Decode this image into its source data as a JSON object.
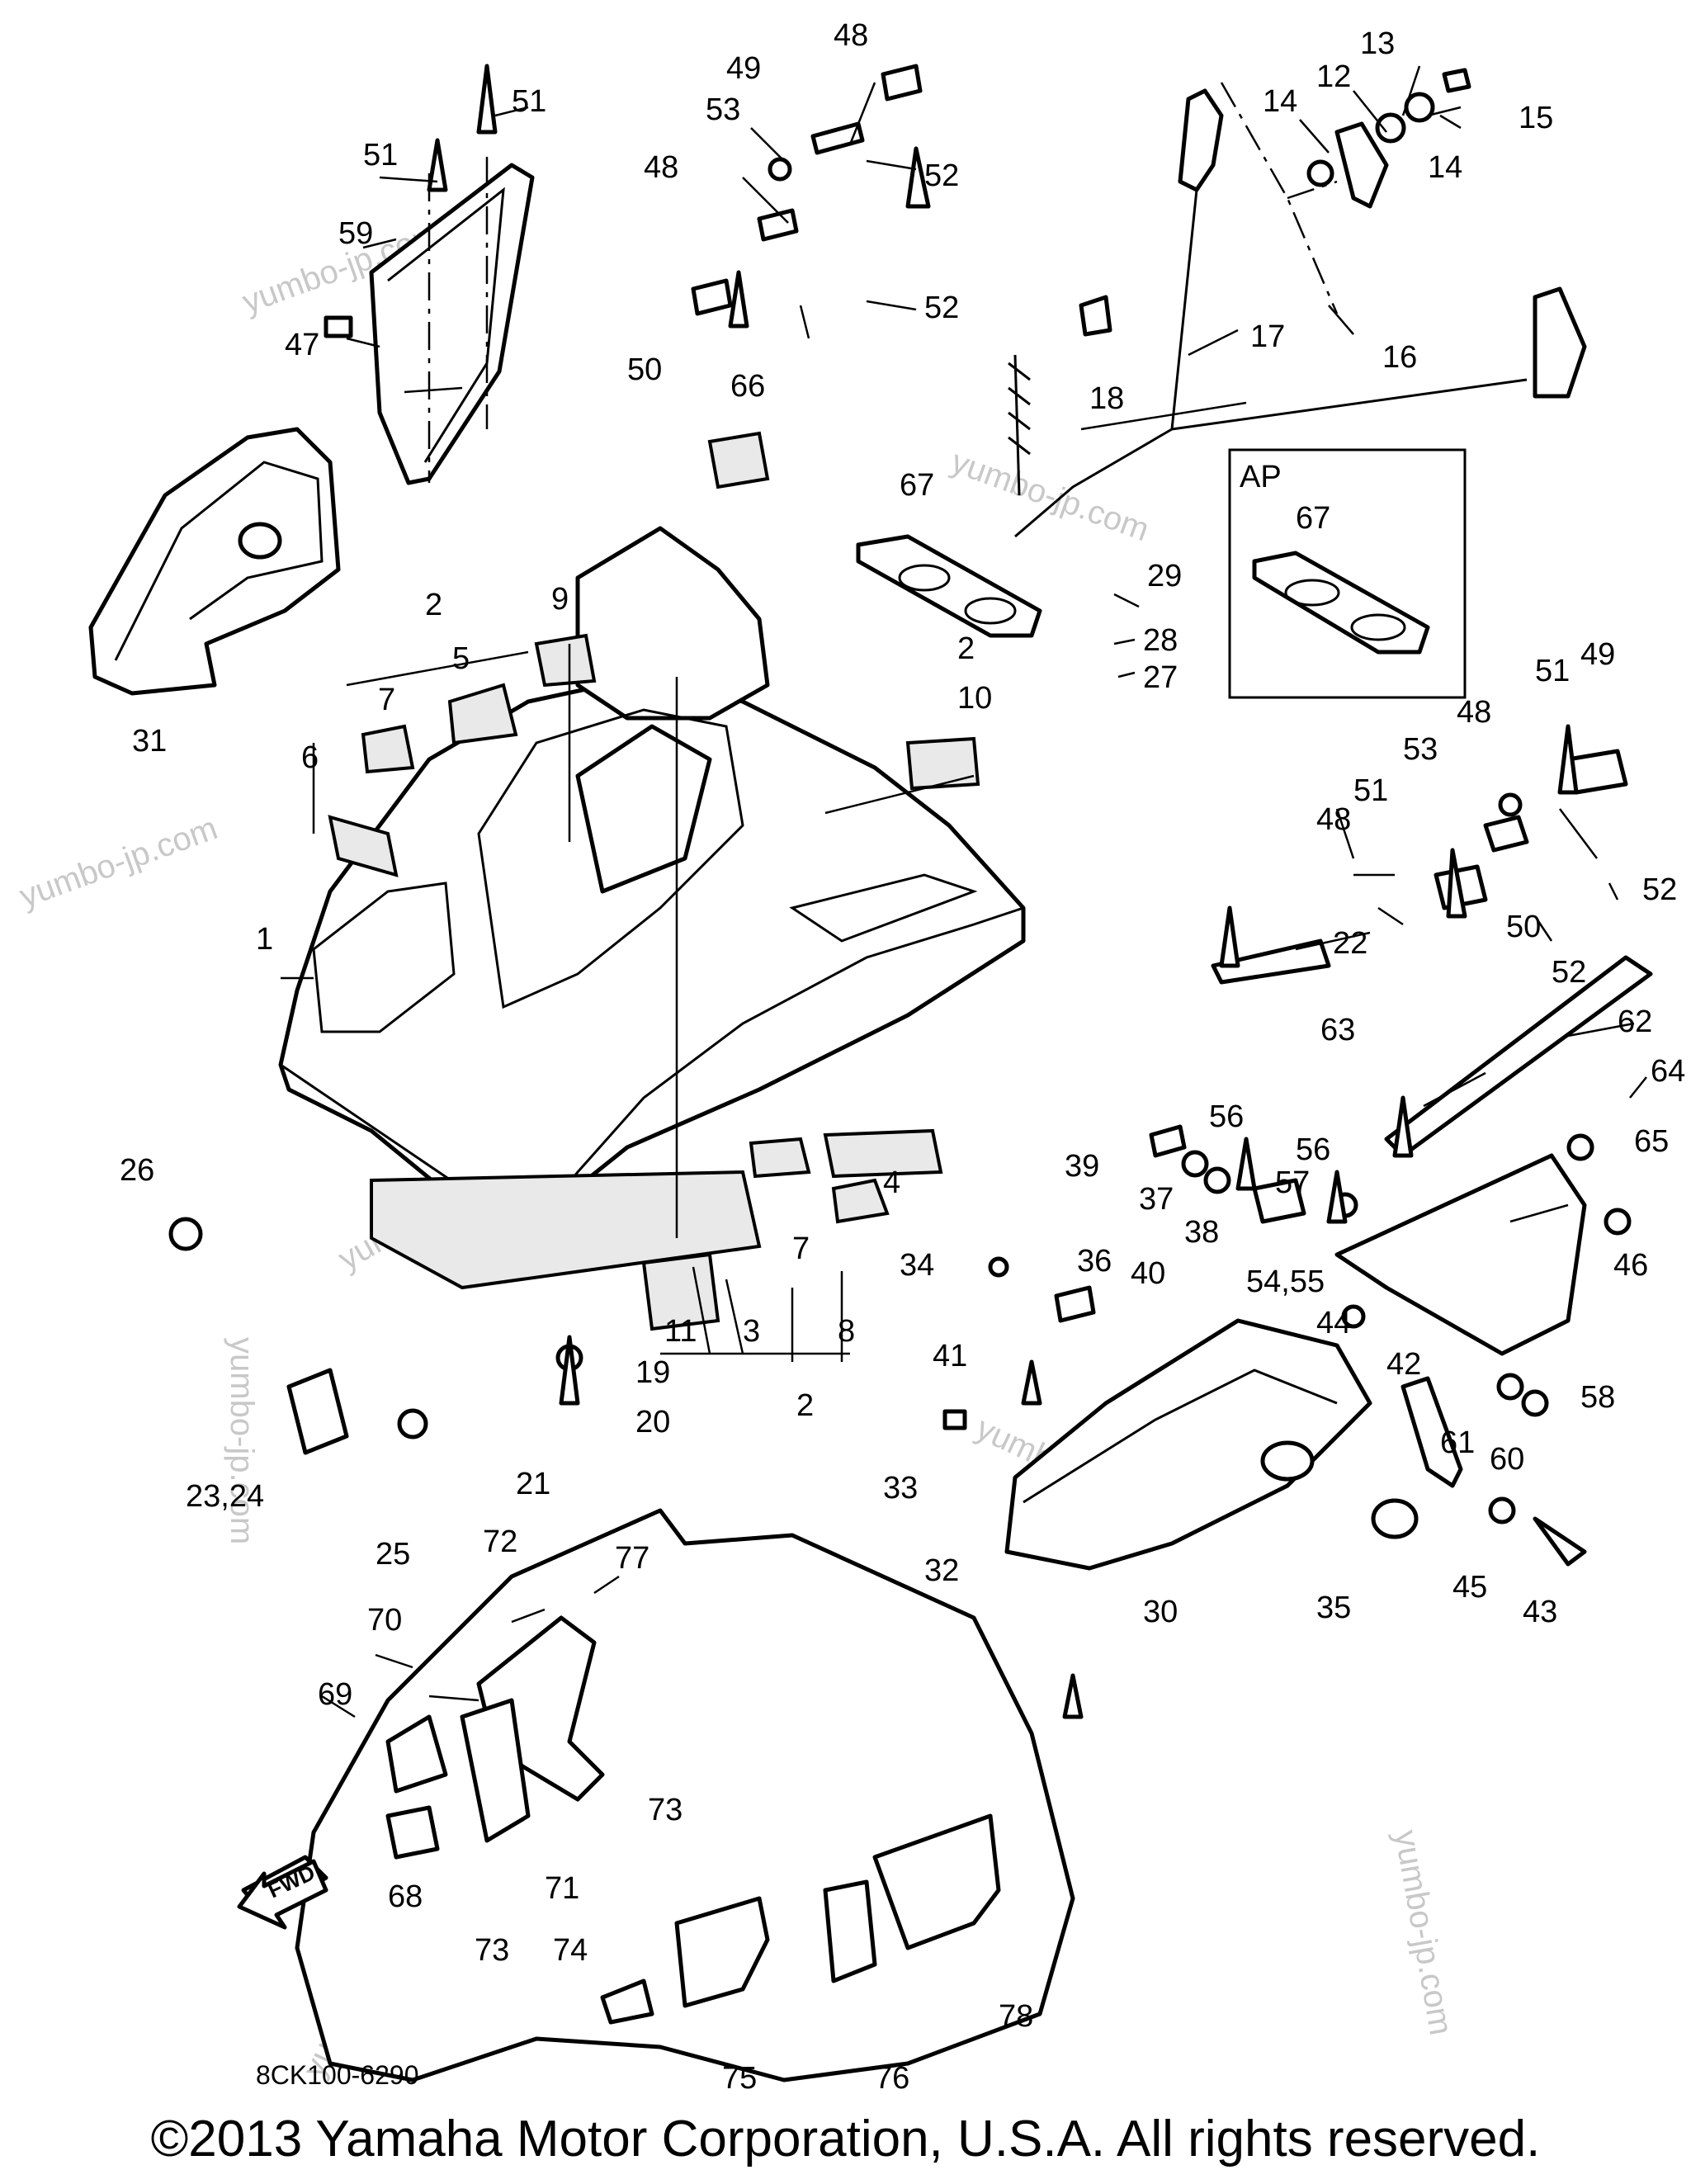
{
  "diagram": {
    "drawing_number": "8CK100-6290",
    "ap_label": "AP",
    "fwd_label": "FWD",
    "watermark": "yumbo-jp.com",
    "callouts": [
      "1",
      "2",
      "3",
      "4",
      "5",
      "6",
      "7",
      "8",
      "9",
      "10",
      "11",
      "12",
      "13",
      "14",
      "15",
      "16",
      "17",
      "18",
      "19",
      "20",
      "21",
      "22",
      "23,24",
      "25",
      "26",
      "27",
      "28",
      "29",
      "30",
      "31",
      "32",
      "33",
      "34",
      "35",
      "36",
      "37",
      "38",
      "39",
      "40",
      "41",
      "42",
      "43",
      "44",
      "45",
      "46",
      "47",
      "48",
      "49",
      "50",
      "51",
      "52",
      "53",
      "54,55",
      "56",
      "57",
      "58",
      "59",
      "60",
      "61",
      "62",
      "63",
      "64",
      "65",
      "66",
      "67",
      "68",
      "69",
      "70",
      "71",
      "72",
      "73",
      "74",
      "75",
      "76",
      "77",
      "78"
    ]
  },
  "footer": {
    "copyright": "©2013 Yamaha Motor Corporation, U.S.A. All rights reserved."
  }
}
